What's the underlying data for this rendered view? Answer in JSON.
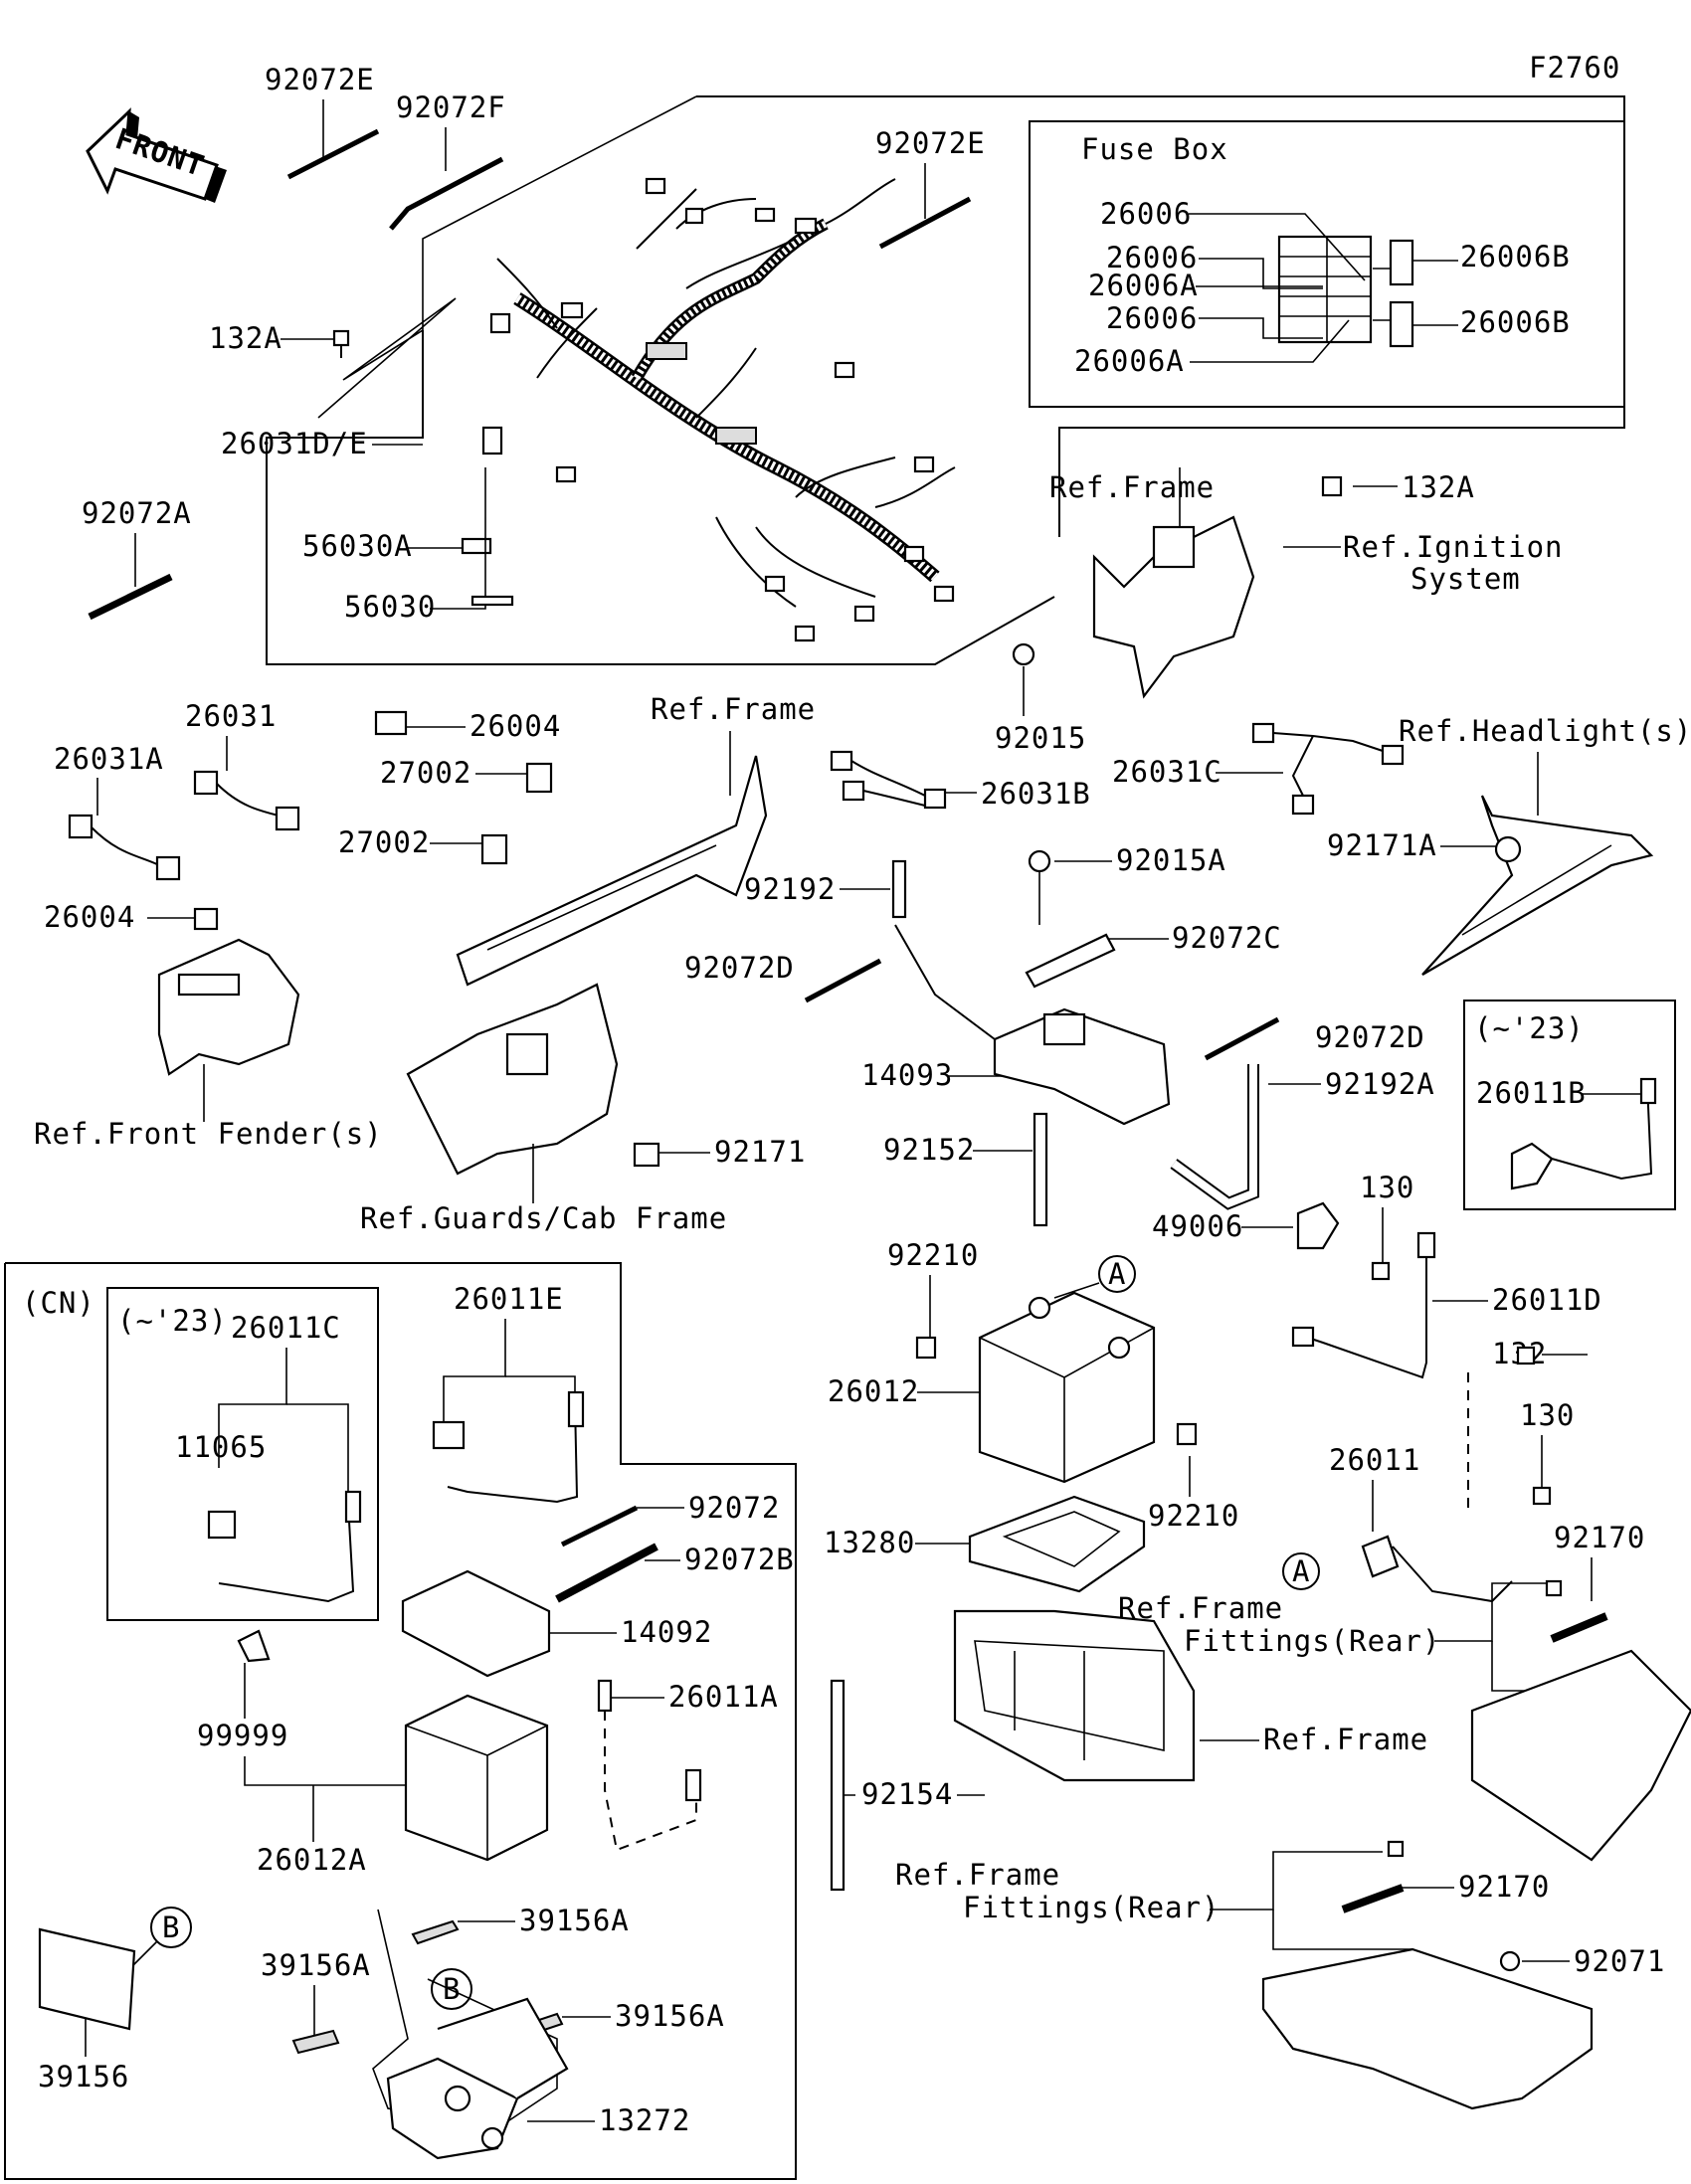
{
  "figure_code": "F2760",
  "front_arrow": "FRONT",
  "fuse_box": {
    "title": "Fuse Box",
    "left_labels": [
      "26006",
      "26006",
      "26006A",
      "26006",
      "26006A"
    ],
    "right_labels": [
      "26006B",
      "26006B"
    ]
  },
  "parts": {
    "p92072E_a": "92072E",
    "p92072F": "92072F",
    "p92072E_b": "92072E",
    "p132A_a": "132A",
    "p26031DE": "26031D/E",
    "p92072A": "92072A",
    "p56030A": "56030A",
    "p56030": "56030",
    "p132A_b": "132A",
    "p26004_a": "26004",
    "p92015": "92015",
    "p26031A": "26031A",
    "p26031": "26031",
    "p27002_a": "27002",
    "p27002_b": "27002",
    "p26031B": "26031B",
    "p26031C": "26031C",
    "p92171A": "92171A",
    "p26004_b": "26004",
    "p92192": "92192",
    "p92015A": "92015A",
    "p92072C": "92072C",
    "p92072D_a": "92072D",
    "p92072D_b": "92072D",
    "p14093": "14093",
    "p92192A": "92192A",
    "p92152": "92152",
    "p92171": "92171",
    "p26011B": "26011B",
    "p130_a": "130",
    "p49006": "49006",
    "p92210_a": "92210",
    "p26011D": "26011D",
    "p26012": "26012",
    "p132": "132",
    "p92210_b": "92210",
    "p130_b": "130",
    "p26011": "26011",
    "p13280": "13280",
    "p92170_a": "92170",
    "p92154": "92154",
    "p92170_b": "92170",
    "p92071": "92071",
    "p26011E": "26011E",
    "p26011C": "26011C",
    "p11065": "11065",
    "p92072": "92072",
    "p92072B": "92072B",
    "p14092": "14092",
    "p26011A": "26011A",
    "p99999": "99999",
    "p26012A": "26012A",
    "p39156A_a": "39156A",
    "p39156A_b": "39156A",
    "p39156A_c": "39156A",
    "p39156": "39156",
    "p13272": "13272"
  },
  "refs": {
    "frame_a": "Ref.Frame",
    "ignition_1": "Ref.Ignition",
    "ignition_2": "System",
    "frame_b": "Ref.Frame",
    "headlight": "Ref.Headlight(s)",
    "front_fender": "Ref.Front Fender(s)",
    "guards": "Ref.Guards/Cab Frame",
    "frame_fittings_a1": "Ref.Frame",
    "frame_fittings_a2": "Fittings(Rear)",
    "frame_c": "Ref.Frame",
    "frame_fittings_b1": "Ref.Frame",
    "frame_fittings_b2": "Fittings(Rear)"
  },
  "markers": {
    "A1": "A",
    "A2": "A",
    "B1": "B",
    "B2": "B"
  },
  "variants": {
    "cn": "(CN)",
    "to23_a": "(~'23)",
    "to23_b": "(~'23)"
  }
}
